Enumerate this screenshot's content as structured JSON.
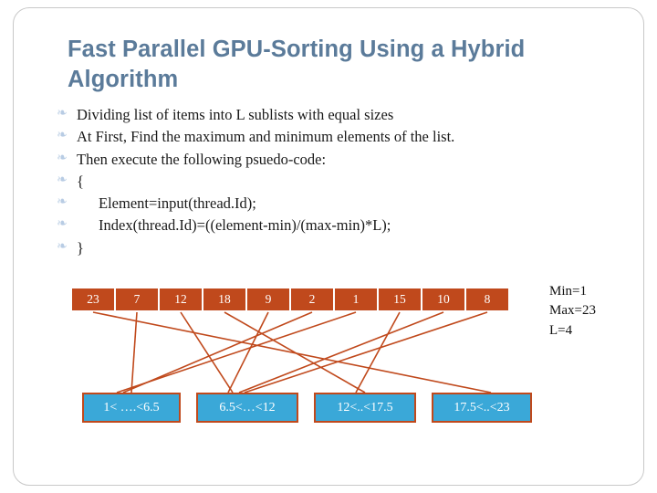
{
  "title": "Fast Parallel GPU-Sorting Using a Hybrid Algorithm",
  "bullets": [
    {
      "text": "Dividing list of items into L sublists with equal sizes",
      "indent": 0
    },
    {
      "text": "At First, Find the maximum and minimum elements of the list.",
      "indent": 0
    },
    {
      "text": "Then execute the following psuedo-code:",
      "indent": 0
    },
    {
      "text": "{",
      "indent": 0
    },
    {
      "text": "Element=input(thread.Id);",
      "indent": 1
    },
    {
      "text": "Index(thread.Id)=((element-min)/(max-min)*L);",
      "indent": 1
    },
    {
      "text": "}",
      "indent": 0
    }
  ],
  "array": {
    "values": [
      "23",
      "7",
      "12",
      "18",
      "9",
      "2",
      "1",
      "15",
      "10",
      "8"
    ],
    "cell_color": "#c0491c",
    "text_color": "#ffffff"
  },
  "buckets": {
    "labels": [
      "1< ….<6.5",
      "6.5<…<12",
      "12<..<17.5",
      "17.5<..<23"
    ],
    "fill_color": "#3aa8d8",
    "border_color": "#c0491c"
  },
  "legend": {
    "min": "Min=1",
    "max": "Max=23",
    "l": "L=4"
  },
  "colors": {
    "title": "#5b7b9a",
    "bullet_mark": "#b8cce4",
    "edge": "#c0491c",
    "frame": "#c8c8c8"
  }
}
